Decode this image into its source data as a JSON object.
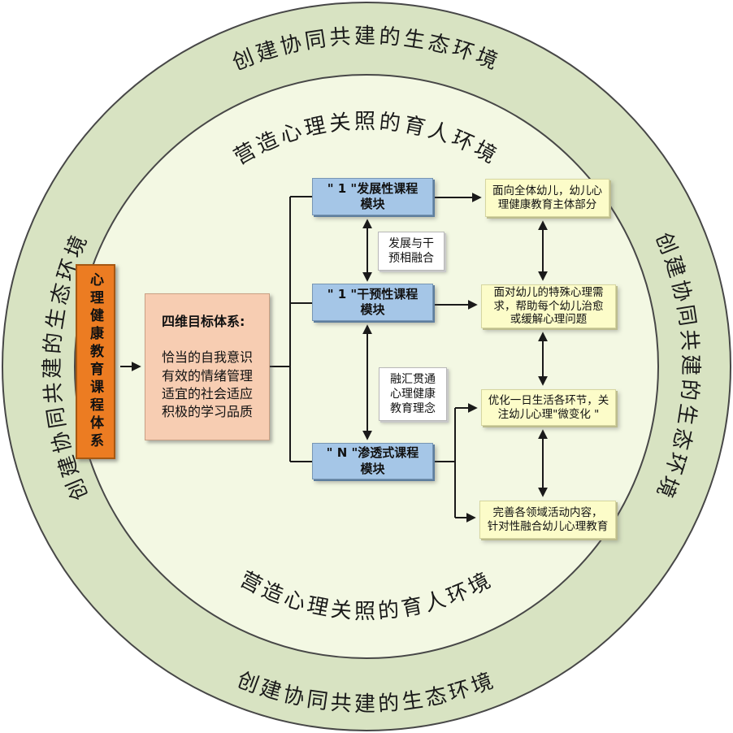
{
  "ring": {
    "outer_text": "创建协同共建的生态环境",
    "inner_text": "营造心理关照的育人环境"
  },
  "nodes": {
    "system": "心理健康教育课程体系",
    "goals_title": "四维目标体系:",
    "goals_body": "恰当的自我意识\n有效的情绪管理\n适宜的社会适应\n积极的学习品质",
    "module_dev": "\" 1 \"发展性课程\n模块",
    "module_interv": "\" 1 \"干预性课程\n模块",
    "module_perm": "\" N \"渗透式课程\n模块",
    "bridge_dev_interv": "发展与干\n预相融合",
    "bridge_concept": "融汇贯通\n心理健康\n教育理念",
    "outcome_dev": "面向全体幼儿，幼儿心\n理健康教育主体部分",
    "outcome_interv": "面对幼儿的特殊心理需\n求，帮助每个幼儿治愈\n或缓解心理问题",
    "outcome_daily": "优化一日生活各环节，关\n注幼儿心理\"微变化 \"",
    "outcome_domain": "完善各领域活动内容，\n针对性融合幼儿心理教育"
  },
  "colors": {
    "outer_ring": "#D8E3C2",
    "inner_circle": "#F3F8E3",
    "module_blue": "#A5C6E7",
    "outcome_yellow": "#FCFCC9",
    "goals_pink": "#F7CDB2",
    "system_orange": "#EC7C22",
    "line": "#1A1A1A"
  }
}
